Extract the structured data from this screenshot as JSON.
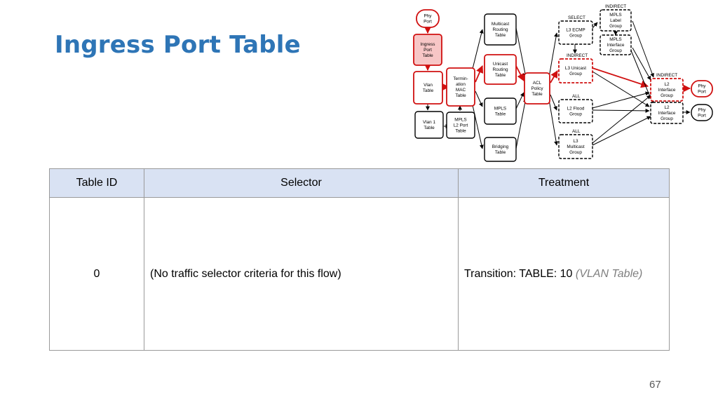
{
  "slide": {
    "title": "Ingress Port Table",
    "page_number": "67"
  },
  "pipeline": {
    "nodes": {
      "phy_port_in": [
        "Phy",
        "Port"
      ],
      "ingress_port_table": [
        "Ingress",
        "Port",
        "Table"
      ],
      "vlan_table": [
        "Vlan",
        "Table"
      ],
      "vlan1_table": [
        "Vlan 1",
        "Table"
      ],
      "termination_mac_table": [
        "Termin-",
        "ation",
        "MAC",
        "Table"
      ],
      "mpls_l2_port_table": [
        "MPLS",
        "L2 Port",
        "Table"
      ],
      "multicast_routing_table": [
        "Multicast",
        "Routing",
        "Table"
      ],
      "unicast_routing_table": [
        "Unicast",
        "Routing",
        "Table"
      ],
      "mpls_table": [
        "MPLS",
        "Table"
      ],
      "bridging_table": [
        "Bridging",
        "Table"
      ],
      "acl_policy_table": [
        "ACL",
        "Policy",
        "Table"
      ],
      "l3_ecmp_group": [
        "L3 ECMP",
        "Group"
      ],
      "l3_unicast_group": [
        "L3 Unicast",
        "Group"
      ],
      "l2_flood_group": [
        "L2 Flood",
        "Group"
      ],
      "l3_multicast_group": [
        "L3",
        "Multicast",
        "Group"
      ],
      "mpls_label_group": [
        "MPLS",
        "Label",
        "Group"
      ],
      "mpls_interface_group": [
        "MPLS",
        "Interface",
        "Group"
      ],
      "l2_interface_group_1": [
        "L2",
        "Interface",
        "Group"
      ],
      "l2_interface_group_2": [
        "L2",
        "Interface",
        "Group"
      ],
      "phy_port_out_1": [
        "Phy",
        "Port"
      ],
      "phy_port_out_2": [
        "Phy",
        "Port"
      ]
    },
    "group_types": {
      "mpls_label": "INDIRECT",
      "l3_ecmp": "SELECT",
      "l3_unicast": "INDIRECT",
      "l2_interface": "INDIRECT",
      "l2_flood": "ALL",
      "l3_multicast": "ALL"
    },
    "colors": {
      "highlight": "#D01010",
      "highlight_fill": "#F7C6C6",
      "normal": "#000000"
    }
  },
  "table": {
    "headers": {
      "id": "Table ID",
      "selector": "Selector",
      "treatment": "Treatment"
    },
    "row": {
      "id": "0",
      "selector": "(No traffic selector criteria for this flow)",
      "treatment": "Transition: TABLE: 10",
      "treatment_note": "(VLAN Table)"
    }
  },
  "colors": {
    "title": "#2E75B6",
    "header_fill": "#D9E2F3",
    "note": "#7F7F7F"
  }
}
